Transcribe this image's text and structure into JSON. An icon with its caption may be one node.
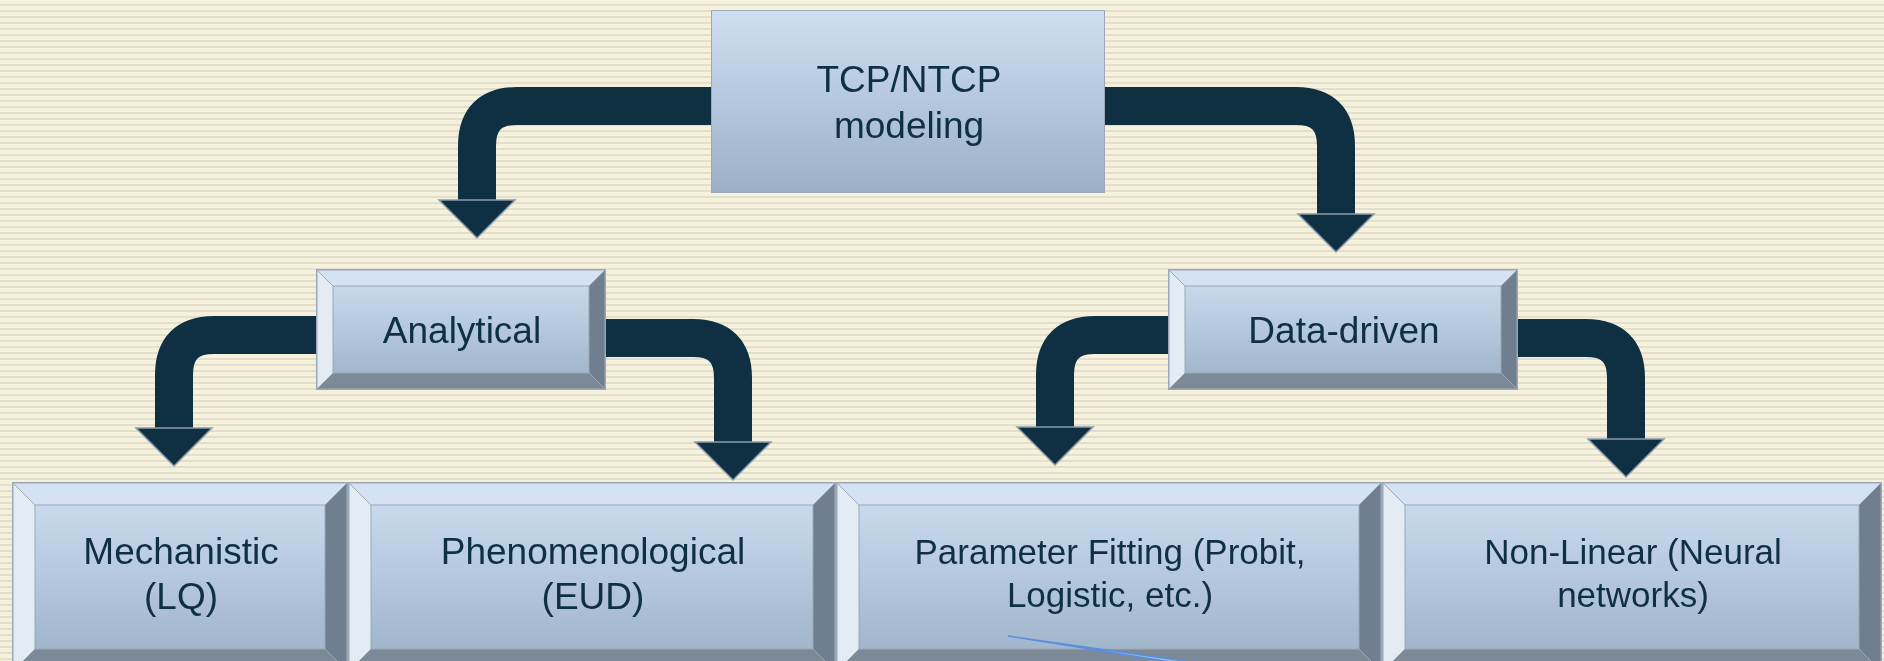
{
  "diagram": {
    "nodes": [
      {
        "text": [
          "TCP/NTCP modeling"
        ]
      },
      {
        "text": [
          "Analytical"
        ]
      },
      {
        "text": [
          "Data-driven"
        ]
      },
      {
        "text": [
          "Mechanistic (LQ)"
        ]
      },
      {
        "text": [
          "Phenomenological (EUD)"
        ]
      },
      {
        "text": [
          "Parameter Fitting (Probit, Logistic, etc.)"
        ]
      },
      {
        "text": [
          "Non-Linear (Neural networks)"
        ]
      },
      {
        "text": [],
        "shape": "callout",
        "in": 5
      }
    ],
    "edges": [
      {
        "from": 0,
        "to": 1,
        "arrow": "to"
      },
      {
        "from": 0,
        "to": 2,
        "arrow": "to"
      },
      {
        "from": 1,
        "to": 3,
        "arrow": "to"
      },
      {
        "from": 1,
        "to": 4,
        "arrow": "to"
      },
      {
        "from": 2,
        "to": 5,
        "arrow": "to"
      },
      {
        "from": 2,
        "to": 6,
        "arrow": "to"
      }
    ]
  }
}
